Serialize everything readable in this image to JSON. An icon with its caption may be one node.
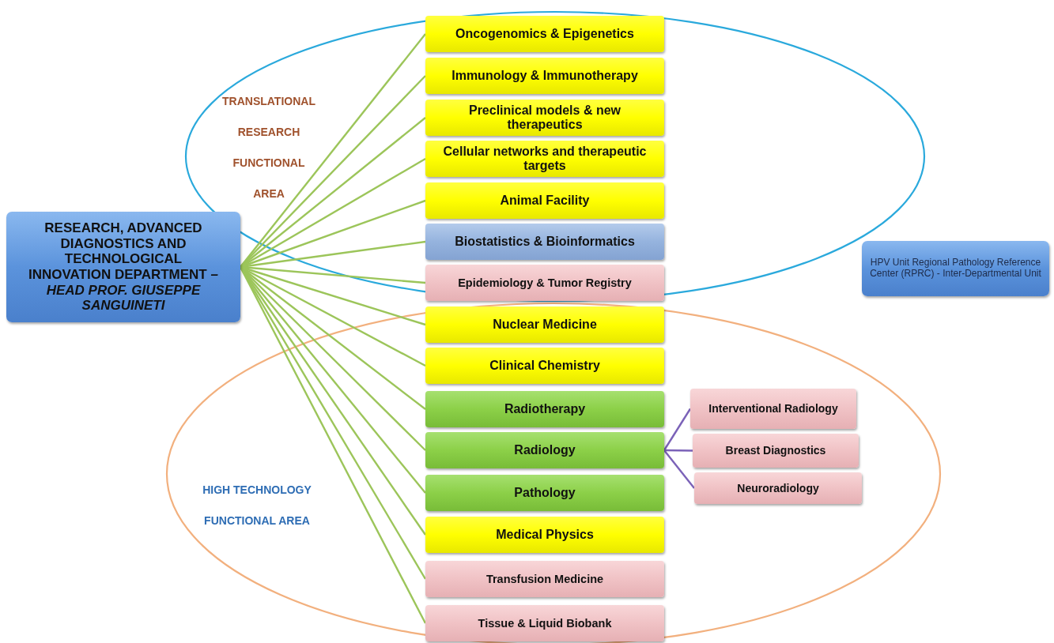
{
  "diagram": {
    "nodes": [
      {
        "text": [
          "RESEARCH, ADVANCED DIAGNOSTICS AND TECHNOLOGICAL INNOVATION DEPARTMENT *– HEAD PROF. GIUSEPPE SANGUINETI*"
        ]
      },
      {
        "text": [
          "Oncogenomics & Epigenetics"
        ]
      },
      {
        "text": [
          "Immunology & Immunotherapy"
        ]
      },
      {
        "text": [
          "Preclinical models & new therapeutics"
        ]
      },
      {
        "text": [
          "Cellular networks and therapeutic targets"
        ]
      },
      {
        "text": [
          "Animal Facility"
        ]
      },
      {
        "text": [
          "Biostatistics & Bioinformatics"
        ]
      },
      {
        "text": [
          "Epidemiology & Tumor Registry"
        ]
      },
      {
        "text": [
          "Nuclear Medicine"
        ]
      },
      {
        "text": [
          "Clinical Chemistry"
        ]
      },
      {
        "text": [
          "Radiotherapy"
        ]
      },
      {
        "text": [
          "Radiology"
        ]
      },
      {
        "text": [
          "Pathology"
        ]
      },
      {
        "text": [
          "Medical Physics"
        ]
      },
      {
        "text": [
          "Transfusion Medicine"
        ]
      },
      {
        "text": [
          "Tissue & Liquid Biobank"
        ]
      },
      {
        "text": [
          "Interventional Radiology"
        ]
      },
      {
        "text": [
          "Breast Diagnostics"
        ]
      },
      {
        "text": [
          "Neuroradiology"
        ]
      },
      {
        "text": [
          "HPV Unit Regional Pathology Reference Center (RPRC) - Inter-Departmental Unit"
        ]
      }
    ],
    "edges": [
      {
        "from": 0,
        "to": 1,
        "arrow": "none"
      },
      {
        "from": 0,
        "to": 2,
        "arrow": "none"
      },
      {
        "from": 0,
        "to": 3,
        "arrow": "none"
      },
      {
        "from": 0,
        "to": 4,
        "arrow": "none"
      },
      {
        "from": 0,
        "to": 5,
        "arrow": "none"
      },
      {
        "from": 0,
        "to": 6,
        "arrow": "none"
      },
      {
        "from": 0,
        "to": 7,
        "arrow": "none"
      },
      {
        "from": 0,
        "to": 8,
        "arrow": "none"
      },
      {
        "from": 0,
        "to": 9,
        "arrow": "none"
      },
      {
        "from": 0,
        "to": 10,
        "arrow": "none"
      },
      {
        "from": 0,
        "to": 11,
        "arrow": "none"
      },
      {
        "from": 0,
        "to": 12,
        "arrow": "none"
      },
      {
        "from": 0,
        "to": 13,
        "arrow": "none"
      },
      {
        "from": 0,
        "to": 14,
        "arrow": "none"
      },
      {
        "from": 0,
        "to": 15,
        "arrow": "none"
      },
      {
        "from": 11,
        "to": 16,
        "arrow": "none",
        "color": "#7b62b8"
      },
      {
        "from": 11,
        "to": 17,
        "arrow": "none",
        "color": "#7b62b8"
      },
      {
        "from": 11,
        "to": 18,
        "arrow": "none",
        "color": "#7b62b8"
      }
    ],
    "labels": [
      "TRANSLATIONAL RESEARCH FUNCTIONAL AREA",
      "HIGH TECHNOLOGY FUNCTIONAL AREA"
    ]
  }
}
